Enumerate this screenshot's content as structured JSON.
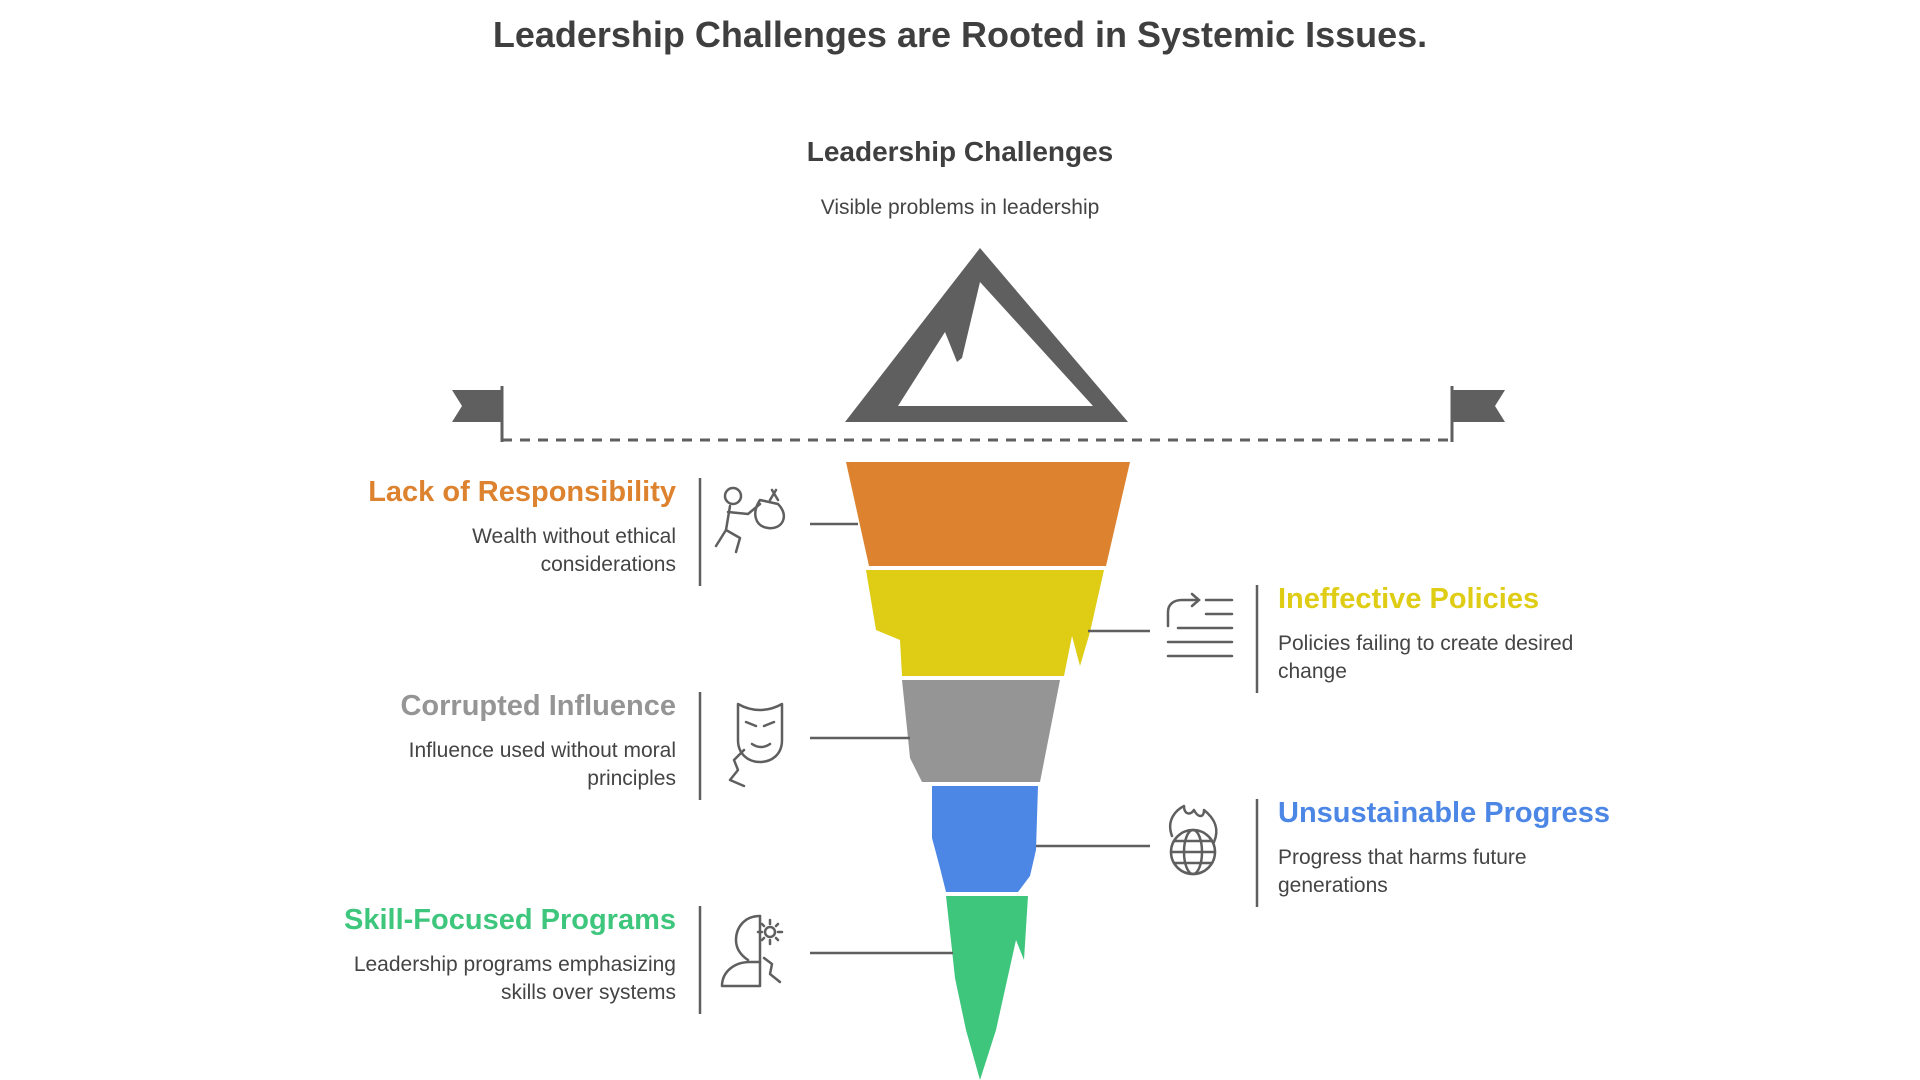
{
  "title": "Leadership Challenges are Rooted in Systemic Issues.",
  "tip": {
    "title": "Leadership Challenges",
    "description": "Visible problems in leadership"
  },
  "layers": [
    {
      "title": "Lack of Responsibility",
      "description": "Wealth without ethical considerations",
      "color": "#dd822e",
      "icon": "person-carrying-money-bag-icon"
    },
    {
      "title": "Ineffective Policies",
      "description": "Policies failing to create desired change",
      "color": "#dfcc14",
      "icon": "policy-document-arrow-icon"
    },
    {
      "title": "Corrupted Influence",
      "description": "Influence used without moral principles",
      "color": "#959595",
      "icon": "mask-icon"
    },
    {
      "title": "Unsustainable Progress",
      "description": "Progress that harms future generations",
      "color": "#4d87e6",
      "icon": "burning-globe-icon"
    },
    {
      "title": "Skill-Focused Programs",
      "description": "Leadership programs emphasizing skills over systems",
      "color": "#3ec67d",
      "icon": "head-with-gear-icon"
    }
  ],
  "colors": {
    "dark": "#5f5f5f",
    "text": "#444444"
  }
}
